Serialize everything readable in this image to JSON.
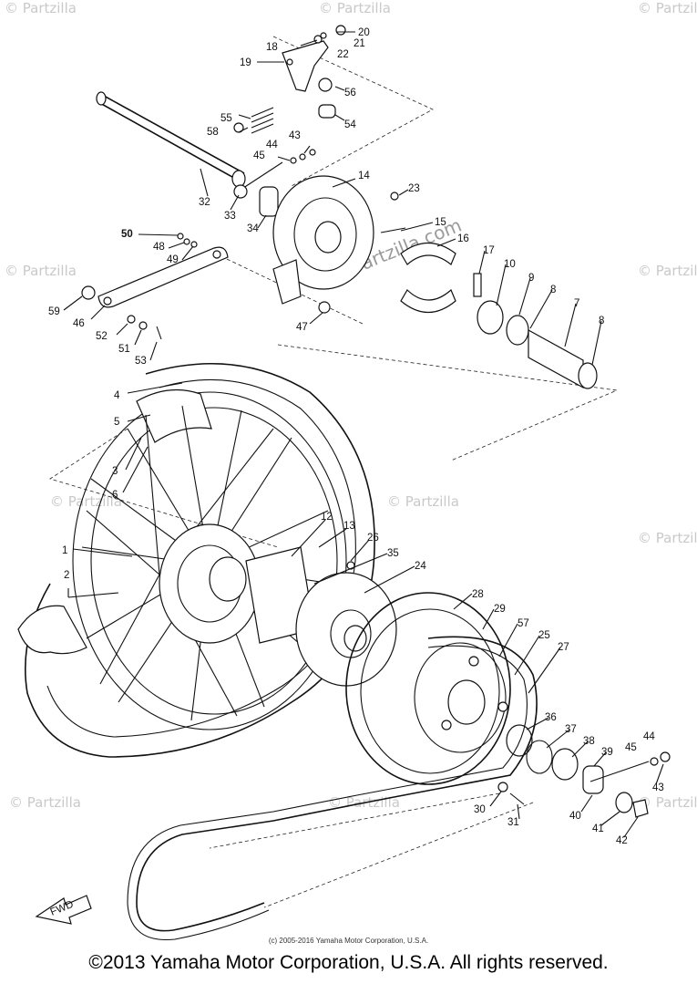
{
  "watermarks": {
    "site": "© Partzilla",
    "site_dotcom": "© Partzilla.com"
  },
  "direction_arrow": "FWD",
  "copyright_small": "(c) 2005-2016 Yamaha Motor Corporation, U.S.A.",
  "copyright_main": "©2013 Yamaha Motor Corporation, U.S.A. All rights reserved.",
  "callouts": [
    "1",
    "2",
    "3",
    "4",
    "5",
    "6",
    "7",
    "8",
    "8",
    "9",
    "10",
    "12",
    "13",
    "14",
    "15",
    "16",
    "17",
    "18",
    "19",
    "20",
    "21",
    "22",
    "23",
    "24",
    "25",
    "26",
    "27",
    "28",
    "29",
    "30",
    "31",
    "32",
    "33",
    "34",
    "35",
    "36",
    "37",
    "38",
    "39",
    "40",
    "41",
    "42",
    "43",
    "44",
    "43",
    "44",
    "45",
    "45",
    "46",
    "47",
    "48",
    "49",
    "50",
    "51",
    "52",
    "53",
    "54",
    "55",
    "56",
    "57",
    "58",
    "59"
  ]
}
